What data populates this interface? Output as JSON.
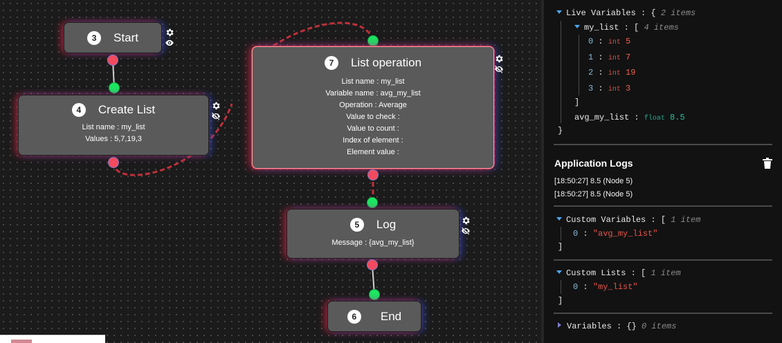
{
  "nodes": {
    "start": {
      "id": "3",
      "title": "Start"
    },
    "create_list": {
      "id": "4",
      "title": "Create List",
      "props": [
        "List name : my_list",
        "Values : 5,7,19,3"
      ]
    },
    "list_operation": {
      "id": "7",
      "title": "List operation",
      "props": [
        "List name : my_list",
        "Variable name : avg_my_list",
        "Operation : Average",
        "Value to check :",
        "Value to count :",
        "Index of element :",
        "Element value :"
      ]
    },
    "log": {
      "id": "5",
      "title": "Log",
      "props": [
        "Message : {avg_my_list}"
      ]
    },
    "end": {
      "id": "6",
      "title": "End"
    }
  },
  "panel": {
    "live_variables": {
      "label": "Live Variables",
      "count": "2 items",
      "my_list": {
        "label": "my_list",
        "count": "4 items",
        "items": [
          {
            "index": "0",
            "type": "int",
            "value": "5"
          },
          {
            "index": "1",
            "type": "int",
            "value": "7"
          },
          {
            "index": "2",
            "type": "int",
            "value": "19"
          },
          {
            "index": "3",
            "type": "int",
            "value": "3"
          }
        ]
      },
      "avg_my_list": {
        "label": "avg_my_list",
        "type": "float",
        "value": "8.5"
      }
    },
    "logs": {
      "title": "Application Logs",
      "lines": [
        "[18:50:27] 8.5 (Node 5)",
        "[18:50:27] 8.5 (Node 5)"
      ]
    },
    "custom_variables": {
      "label": "Custom Variables",
      "count": "1 item",
      "items": [
        {
          "index": "0",
          "value": "\"avg_my_list\""
        }
      ]
    },
    "custom_lists": {
      "label": "Custom Lists",
      "count": "1 item",
      "items": [
        {
          "index": "0",
          "value": "\"my_list\""
        }
      ]
    },
    "variables": {
      "label": "Variables",
      "braces": "{}",
      "count": "0 items"
    }
  },
  "colors": {
    "accent": "#4ba8f2",
    "port_out": "#f24a5e",
    "port_in": "#1de662",
    "wire_dashed": "#c0303a",
    "node_bg": "#5a5a5a"
  }
}
